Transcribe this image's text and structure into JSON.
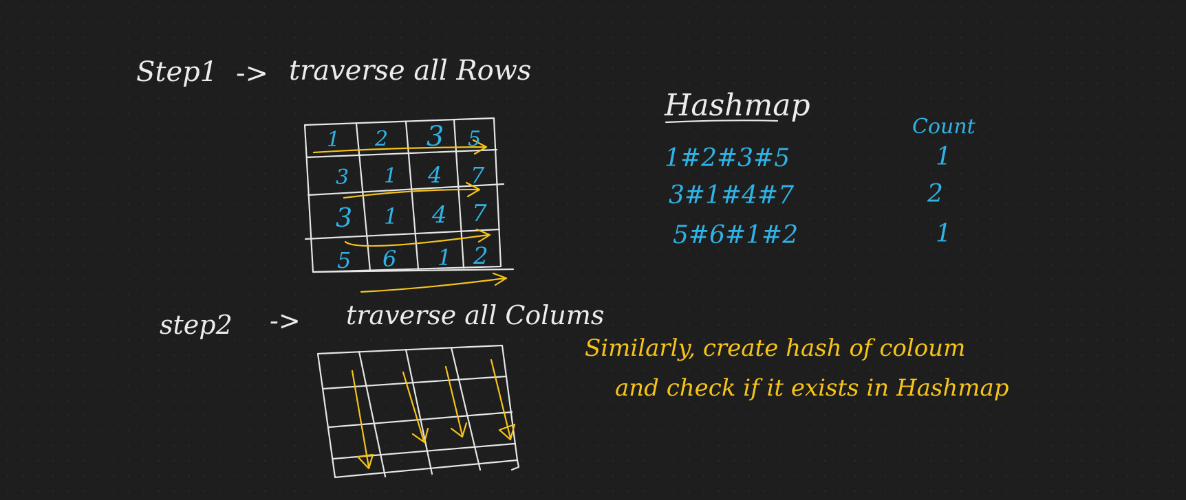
{
  "step1": {
    "label": "Step1",
    "arrow": "->",
    "text": "traverse all Rows"
  },
  "step2": {
    "label": "step2",
    "arrow": "->",
    "text": "traverse all Colums"
  },
  "matrix": [
    [
      "1",
      "2",
      "3",
      "5"
    ],
    [
      "3",
      "1",
      "4",
      "7"
    ],
    [
      "3",
      "1",
      "4",
      "7"
    ],
    [
      "5",
      "6",
      "1",
      "2"
    ]
  ],
  "hashmap": {
    "title": "Hashmap",
    "count_header": "Count",
    "rows": [
      {
        "key": "1#2#3#5",
        "count": "1"
      },
      {
        "key": "3#1#4#7",
        "count": "2"
      },
      {
        "key": "5#6#1#2",
        "count": "1"
      }
    ]
  },
  "note": {
    "line1": "Similarly, create hash of coloum",
    "line2": "and check if it exists in Hashmap"
  },
  "colors": {
    "background": "#1e1e1e",
    "chalk": "#ececec",
    "blue": "#2fb3e6",
    "yellow": "#f6c419"
  }
}
